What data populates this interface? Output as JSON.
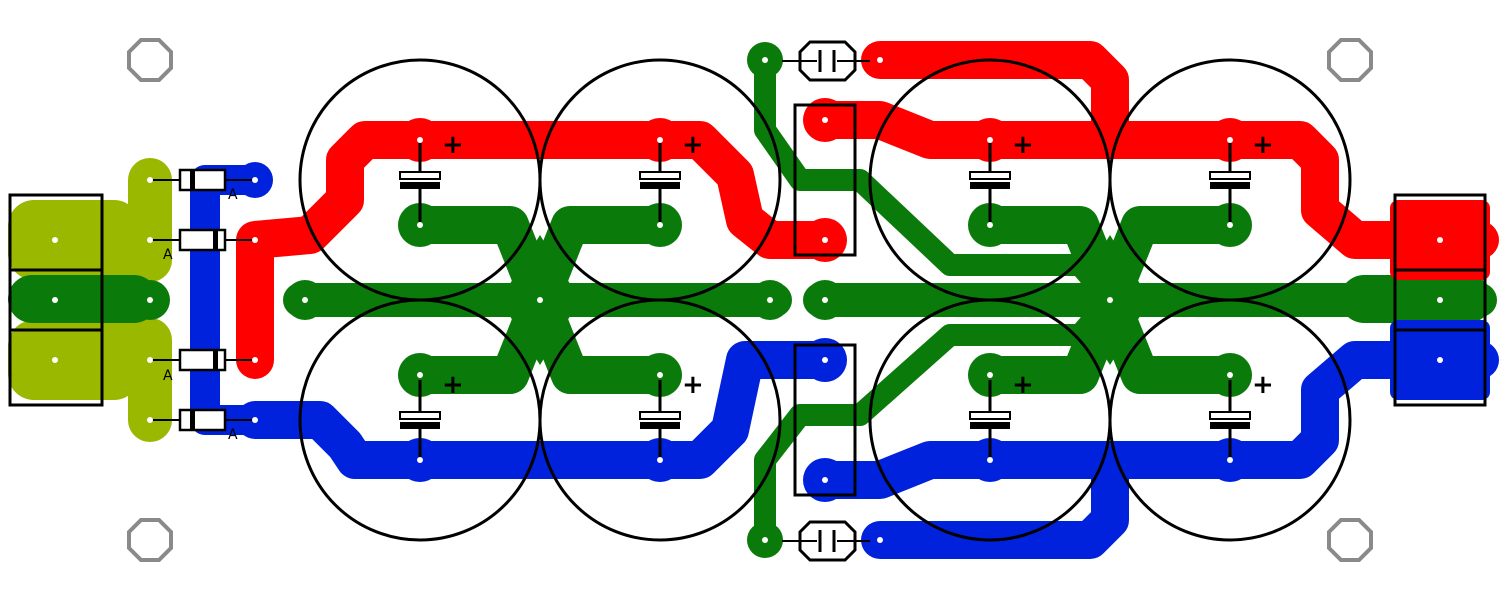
{
  "colors": {
    "background": "#ffffff",
    "positive_rail": "#ff0000",
    "ground_rail": "#0a7a0a",
    "negative_rail": "#0022dd",
    "ac_input": "#9ab800",
    "outline": "#000000",
    "mounting_hole": "#8a8a8a"
  },
  "labels": {
    "polarity_plus": "+",
    "diode_anode": "A"
  },
  "counts": {
    "electrolytic_capacitors": 8,
    "diodes": 4,
    "film_capacitors": 2,
    "resistors": 2,
    "connectors": 2,
    "mounting_holes": 4
  }
}
